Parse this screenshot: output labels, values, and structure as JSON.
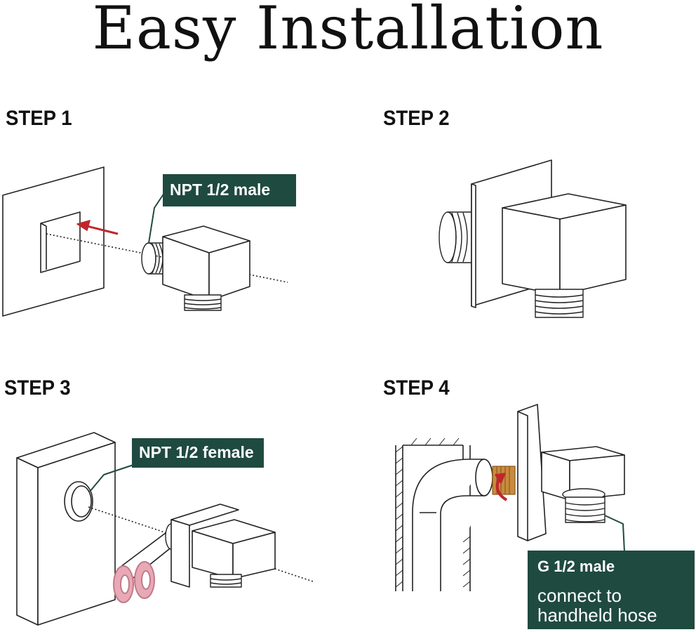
{
  "title": "Easy Installation",
  "steps": [
    {
      "label": "STEP 1",
      "callout": "NPT 1/2 male"
    },
    {
      "label": "STEP 2"
    },
    {
      "label": "STEP 3",
      "callout": "NPT 1/2 female"
    },
    {
      "label": "STEP 4",
      "callout": "G 1/2 male",
      "callout_note_line1": "connect to",
      "callout_note_line2": "handheld hose"
    }
  ],
  "colors": {
    "callout_bg": "#1f4a3f",
    "arrow_red": "#c0262b",
    "washer_pink": "#e8a9b6",
    "brass": "#c98b3d",
    "line": "#222222"
  }
}
